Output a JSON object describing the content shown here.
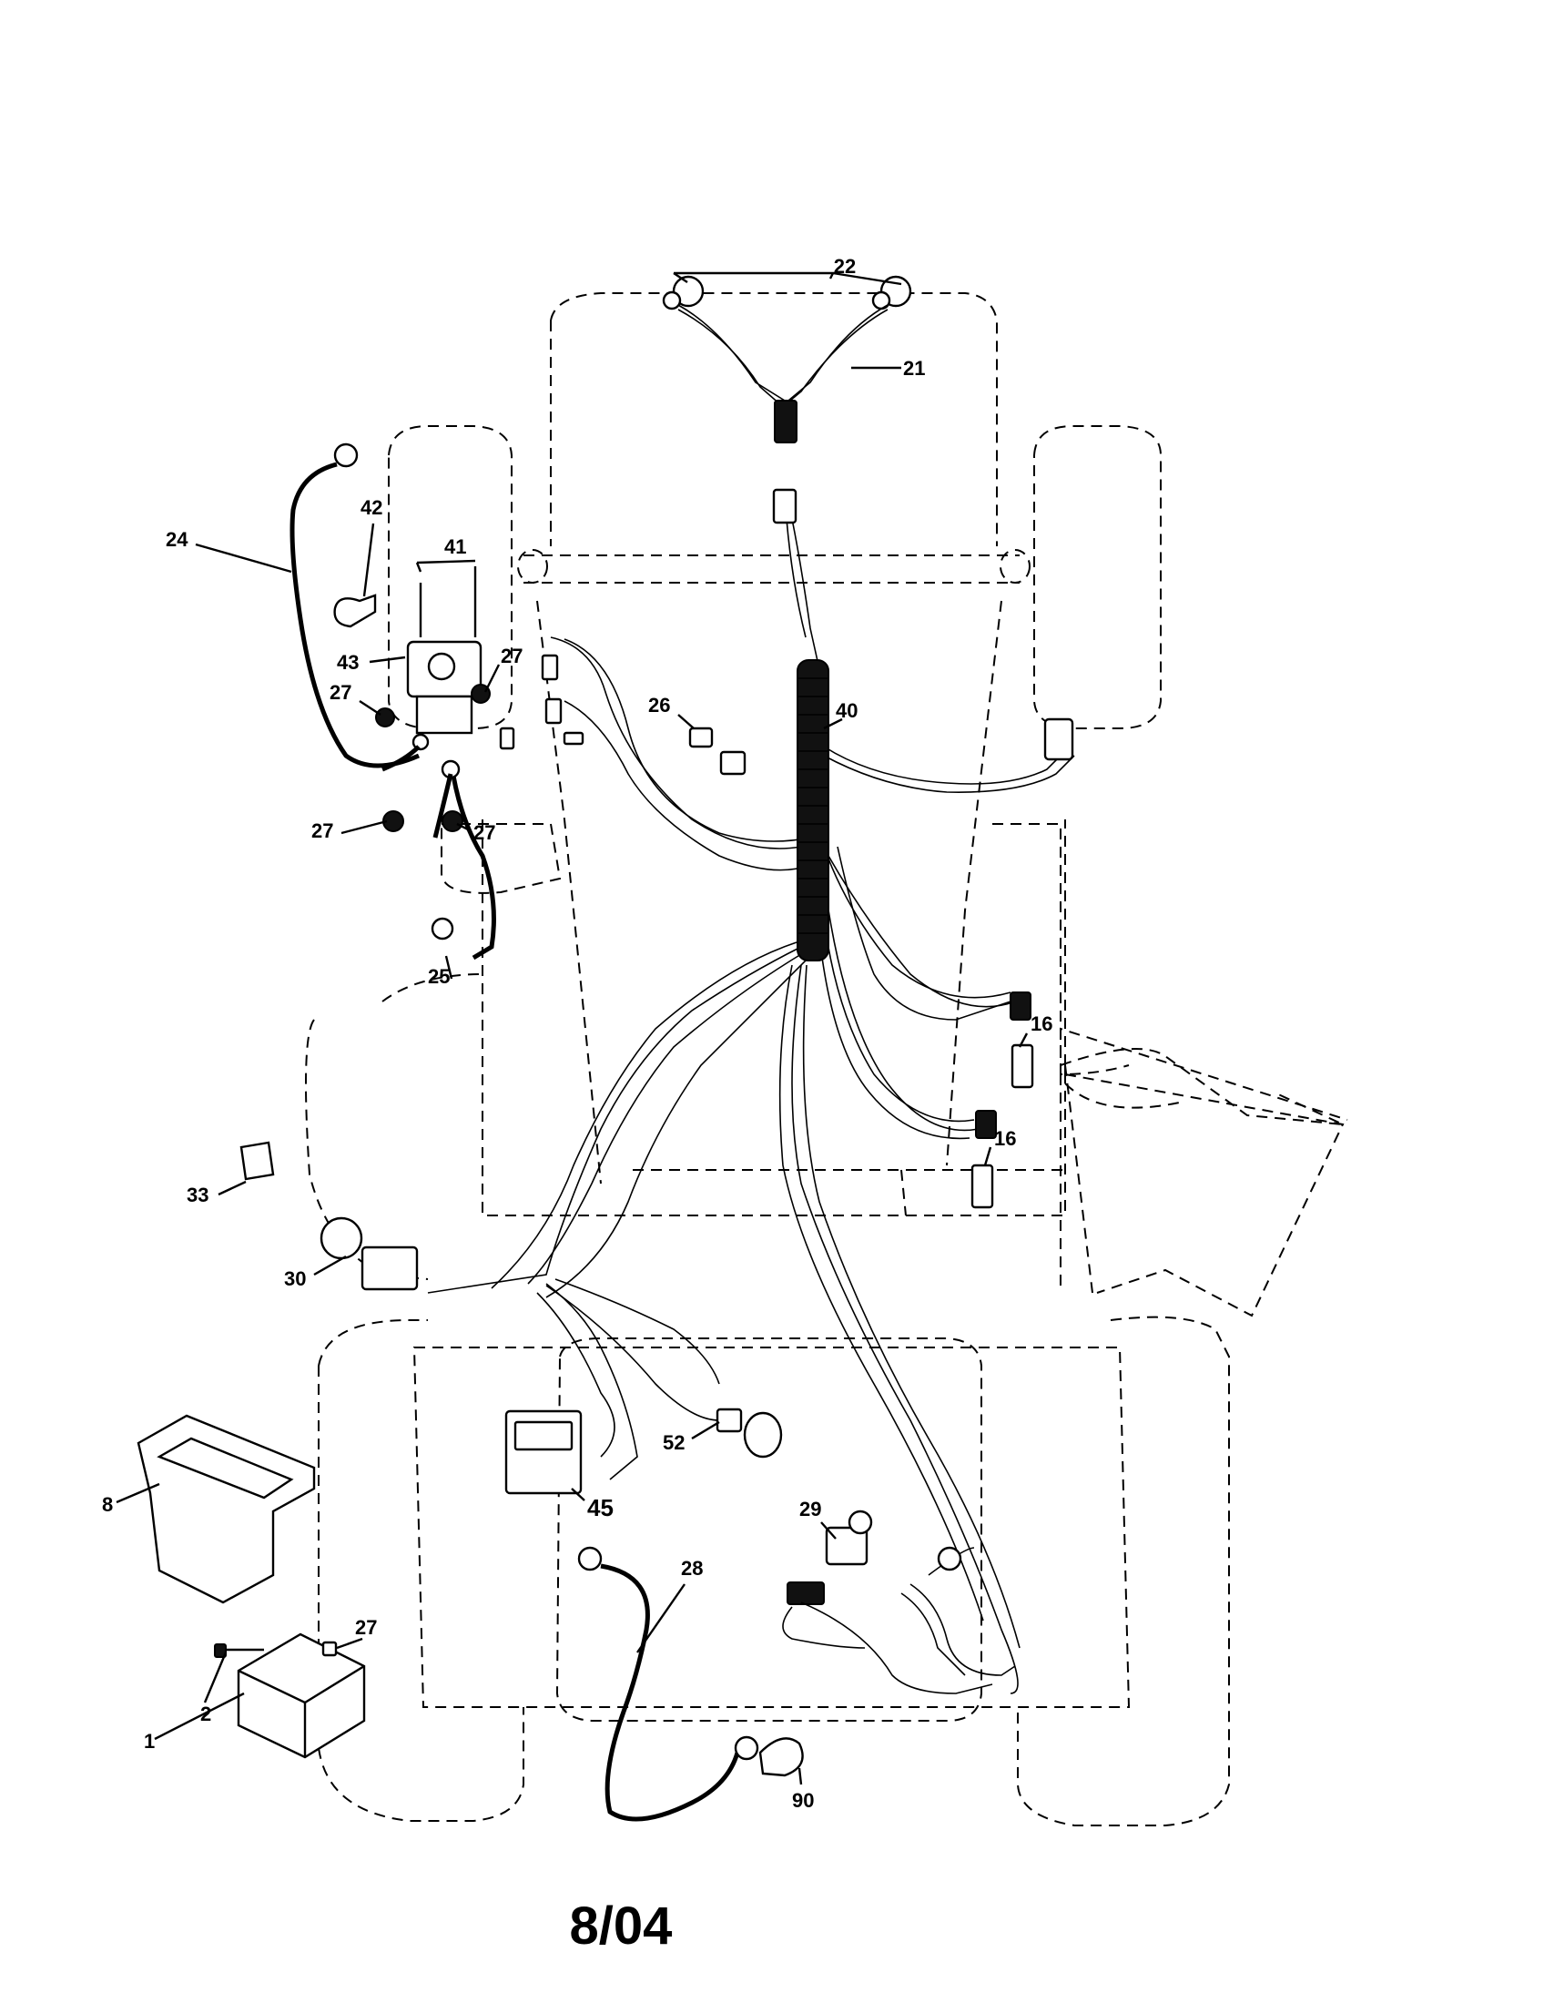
{
  "diagram": {
    "callouts": [
      "22",
      "21",
      "24",
      "42",
      "41",
      "43",
      "27",
      "27",
      "27",
      "27",
      "27",
      "26",
      "40",
      "25",
      "16",
      "16",
      "33",
      "30",
      "8",
      "52",
      "45",
      "29",
      "28",
      "2",
      "1",
      "90"
    ],
    "date_code": "8/04"
  }
}
